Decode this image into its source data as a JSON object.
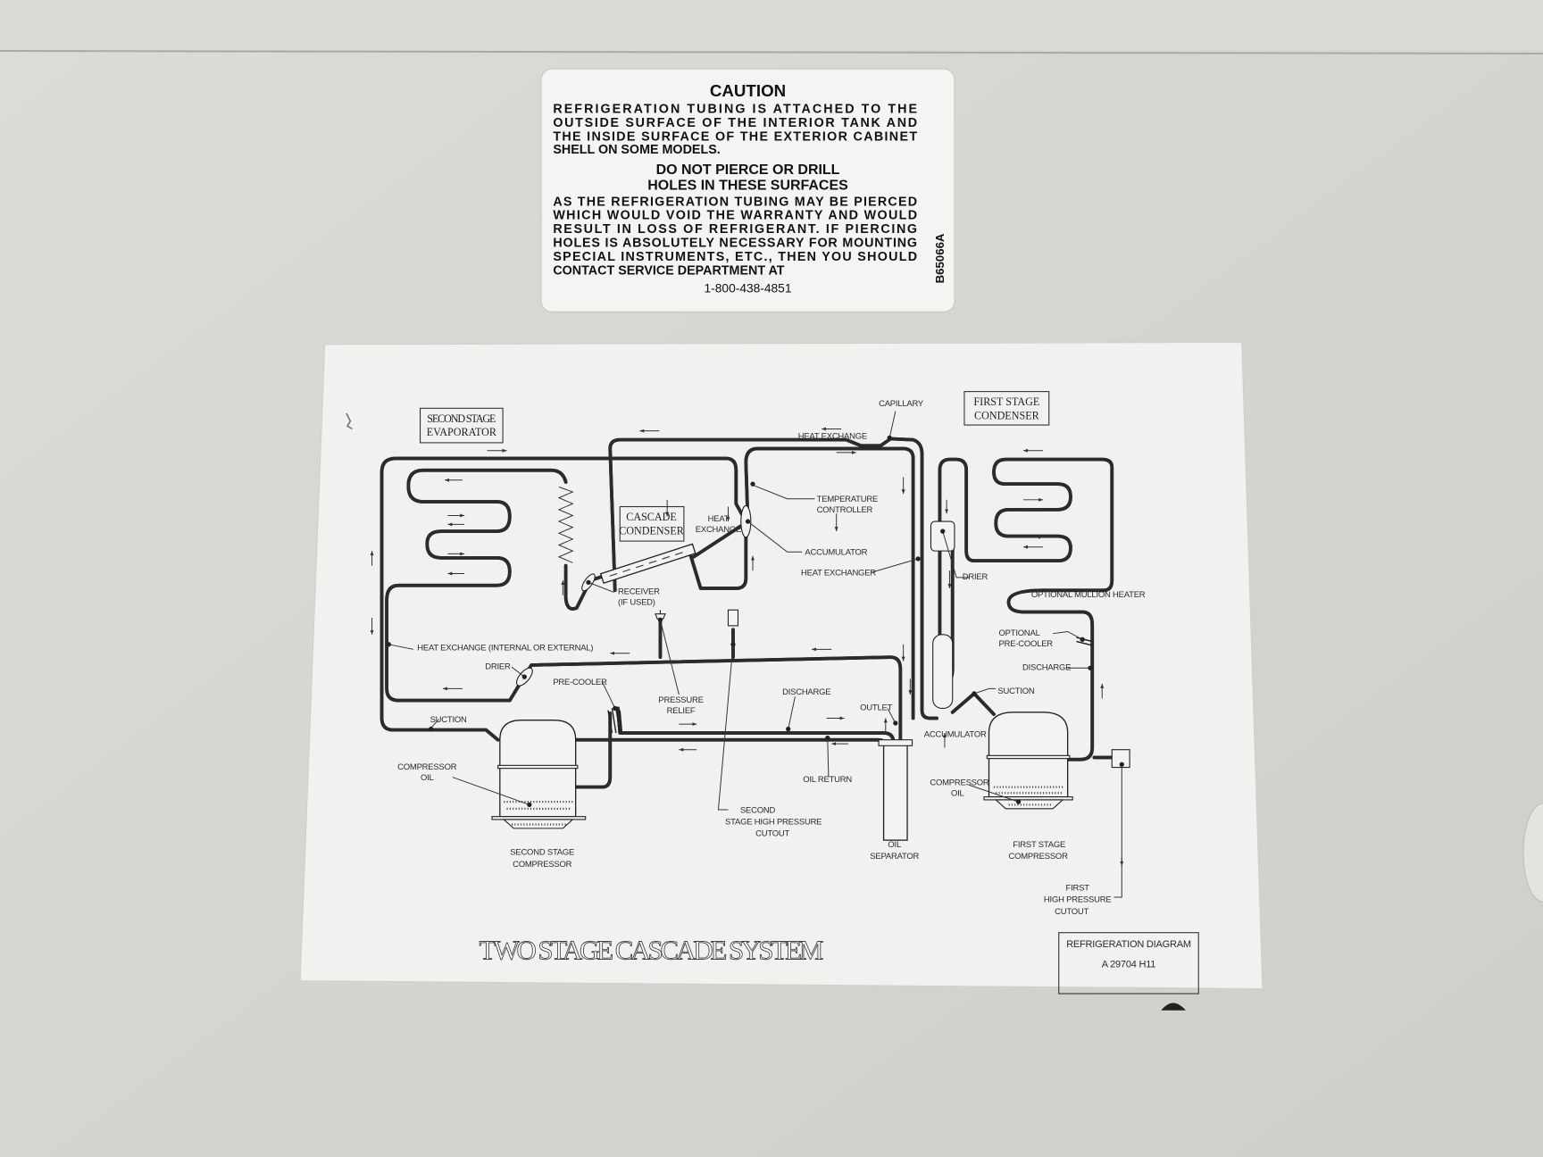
{
  "caution_label": {
    "heading": "CAUTION",
    "paragraph1": [
      "REFRIGERATION TUBING IS ATTACHED TO THE",
      "OUTSIDE SURFACE OF THE INTERIOR TANK AND",
      "THE INSIDE SURFACE OF THE EXTERIOR CABINET",
      "SHELL ON SOME MODELS."
    ],
    "warning": [
      "DO NOT PIERCE OR DRILL",
      "HOLES IN THESE SURFACES"
    ],
    "paragraph2": [
      "AS THE REFRIGERATION TUBING MAY BE PIERCED",
      "WHICH WOULD VOID THE WARRANTY AND WOULD",
      "RESULT IN LOSS OF REFRIGERANT.  IF PIERCING",
      "HOLES IS ABSOLUTELY NECESSARY FOR MOUNTING",
      "SPECIAL INSTRUMENTS, ETC.,  THEN YOU SHOULD",
      "CONTACT SERVICE DEPARTMENT AT"
    ],
    "phone": "1-800-438-4851",
    "part_number": "B65066A"
  },
  "diagram": {
    "title": "TWO STAGE CASCADE SYSTEM",
    "boxes": {
      "second_stage_evaporator": [
        "SECOND STAGE",
        "EVAPORATOR"
      ],
      "cascade_condenser": [
        "CASCADE",
        "CONDENSER"
      ],
      "first_stage_condenser": [
        "FIRST STAGE",
        "CONDENSER"
      ],
      "refrigeration_diagram": [
        "REFRIGERATION DIAGRAM",
        "A 29704 H11"
      ]
    },
    "labels": {
      "capillary": "CAPILLARY",
      "heat_exchange_top": "HEAT EXCHANGE",
      "temperature_controller": [
        "TEMPERATURE",
        "CONTROLLER"
      ],
      "heat_exchange_cascade": [
        "HEAT",
        "EXCHANGE"
      ],
      "accumulator_top": "ACCUMULATOR",
      "heat_exchanger": "HEAT EXCHANGER",
      "receiver": [
        "RECEIVER",
        "(IF USED)"
      ],
      "drier_right": "DRIER",
      "optional_mullion_heater": "OPTIONAL MULLION HEATER",
      "optional_pre_cooler": [
        "OPTIONAL",
        "PRE-COOLER"
      ],
      "discharge_right": "DISCHARGE",
      "suction_right": "SUCTION",
      "accumulator_right": "ACCUMULATOR",
      "compressor_oil_right": [
        "COMPRESSOR",
        "OIL"
      ],
      "first_stage_compressor": [
        "FIRST STAGE",
        "COMPRESSOR"
      ],
      "first_high_pressure_cutout": [
        "FIRST",
        "HIGH PRESSURE",
        "CUTOUT"
      ],
      "heat_exchange_internal": "HEAT EXCHANGE (INTERNAL OR EXTERNAL)",
      "drier_left": "DRIER",
      "pre_cooler": "PRE-COOLER",
      "pressure_relief": [
        "PRESSURE",
        "RELIEF"
      ],
      "discharge_left": "DISCHARGE",
      "outlet": "OUTLET",
      "suction_left": "SUCTION",
      "compressor_oil_left": [
        "COMPRESSOR",
        "OIL"
      ],
      "oil_return": "OIL RETURN",
      "second_stage_cutout": [
        "SECOND",
        "STAGE HIGH PRESSURE",
        "CUTOUT"
      ],
      "oil_separator": [
        "OIL",
        "SEPARATOR"
      ],
      "second_stage_compressor": [
        "SECOND STAGE",
        "COMPRESSOR"
      ]
    }
  },
  "colors": {
    "wall": "#d6d6d1",
    "label": "#f4f4f2",
    "paper": "#f1f1ef",
    "ink": "#222222"
  }
}
